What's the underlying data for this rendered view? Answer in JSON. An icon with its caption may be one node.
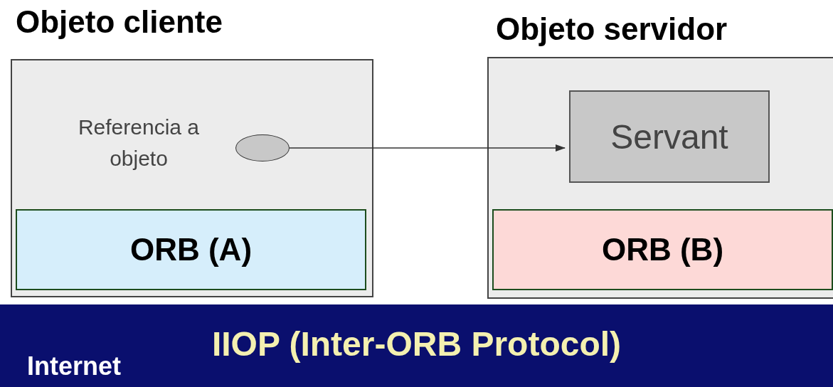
{
  "diagram": {
    "nodes": [
      {
        "text": [
          "Objeto cliente"
        ]
      },
      {
        "text": [],
        "shape": "ellipse",
        "beside": [
          "Referencia a objeto"
        ],
        "in": 0
      },
      {
        "text": [
          "ORB (A)"
        ],
        "in": 0
      },
      {
        "text": [
          "Objeto servidor"
        ]
      },
      {
        "text": [
          "Servant"
        ],
        "in": 3
      },
      {
        "text": [
          "ORB (B)"
        ],
        "in": 3
      },
      {
        "text": [
          "IIOP (Inter-ORB Protocol)",
          "Internet"
        ]
      }
    ],
    "edges": [
      {
        "from": 1,
        "to": 4,
        "arrow": "to"
      }
    ]
  }
}
